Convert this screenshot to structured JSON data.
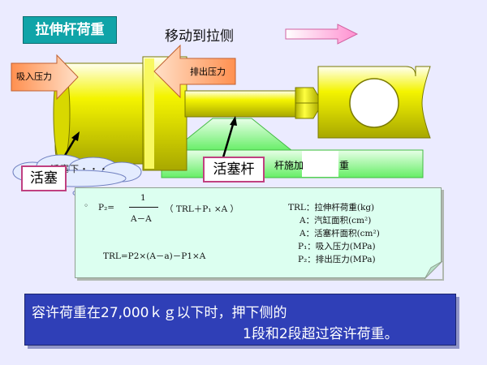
{
  "title": "拉伸杆荷重",
  "move_label": "移动到拉侧",
  "suction_label": "吸入压力",
  "discharge_label": "排出压力",
  "piston_label": "活塞",
  "rod_label": "活塞杆",
  "green_box_fragment_a": "杆施加",
  "green_box_fragment_b": "重",
  "cloud_text": "活塞下・・・",
  "formula": {
    "lhs": "P₂=",
    "numerator": "1",
    "denominator": "A－A",
    "paren": "（ TRL＋P₁ ×A ）",
    "line2": "TRL=P2×(A－a)－P1×A"
  },
  "legend": [
    "TRL：拉伸杆荷重(kg)",
    "A：汽缸面积(cm²)",
    "A：活塞杆面积(cm²)",
    "P₁：吸入压力(MPa)",
    "P₂：排出压力(MPa)"
  ],
  "bottom": {
    "line1": "容许荷重在27,000ｋｇ以下时，押下侧的",
    "line2": "1段和2段超过容许荷重。"
  },
  "colors": {
    "background": "#ebebff",
    "brass": "#e0e000",
    "pill_border": "#c04080",
    "bottom_box": "#2f3fb7"
  }
}
